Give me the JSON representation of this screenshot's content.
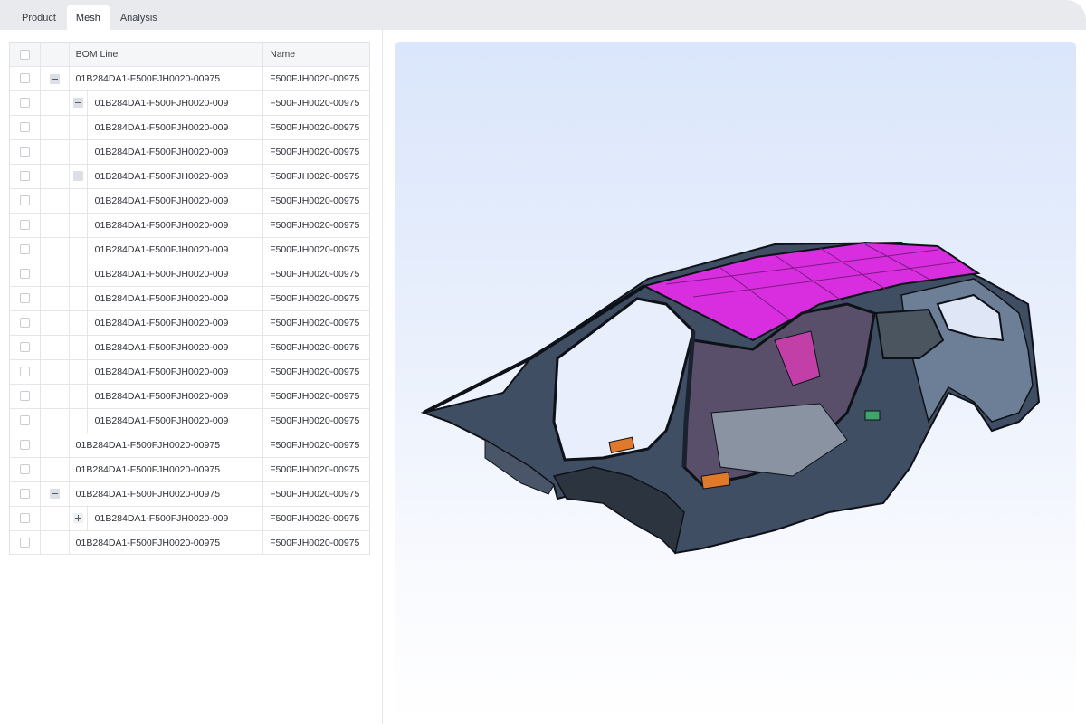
{
  "tabs": [
    {
      "label": "Product",
      "active": false
    },
    {
      "label": "Mesh",
      "active": true
    },
    {
      "label": "Analysis",
      "active": false
    }
  ],
  "tree": {
    "columns": {
      "bom": "BOM Line",
      "name": "Name"
    },
    "rows": [
      {
        "bom": "01B284DA1-F500FJH0020-00975",
        "name": "F500FJH0020-00975",
        "level": 1,
        "toggle": "minus"
      },
      {
        "bom": "01B284DA1-F500FJH0020-009",
        "name": "F500FJH0020-00975",
        "level": 2,
        "toggle": "minus"
      },
      {
        "bom": "01B284DA1-F500FJH0020-009",
        "name": "F500FJH0020-00975",
        "level": 3,
        "toggle": "none"
      },
      {
        "bom": "01B284DA1-F500FJH0020-009",
        "name": "F500FJH0020-00975",
        "level": 3,
        "toggle": "none"
      },
      {
        "bom": "01B284DA1-F500FJH0020-009",
        "name": "F500FJH0020-00975",
        "level": 2,
        "toggle": "minus"
      },
      {
        "bom": "01B284DA1-F500FJH0020-009",
        "name": "F500FJH0020-00975",
        "level": 3,
        "toggle": "none"
      },
      {
        "bom": "01B284DA1-F500FJH0020-009",
        "name": "F500FJH0020-00975",
        "level": 3,
        "toggle": "none"
      },
      {
        "bom": "01B284DA1-F500FJH0020-009",
        "name": "F500FJH0020-00975",
        "level": 3,
        "toggle": "none"
      },
      {
        "bom": "01B284DA1-F500FJH0020-009",
        "name": "F500FJH0020-00975",
        "level": 3,
        "toggle": "none"
      },
      {
        "bom": "01B284DA1-F500FJH0020-009",
        "name": "F500FJH0020-00975",
        "level": 3,
        "toggle": "none"
      },
      {
        "bom": "01B284DA1-F500FJH0020-009",
        "name": "F500FJH0020-00975",
        "level": 3,
        "toggle": "none"
      },
      {
        "bom": "01B284DA1-F500FJH0020-009",
        "name": "F500FJH0020-00975",
        "level": 3,
        "toggle": "none"
      },
      {
        "bom": "01B284DA1-F500FJH0020-009",
        "name": "F500FJH0020-00975",
        "level": 3,
        "toggle": "none"
      },
      {
        "bom": "01B284DA1-F500FJH0020-009",
        "name": "F500FJH0020-00975",
        "level": 3,
        "toggle": "none"
      },
      {
        "bom": "01B284DA1-F500FJH0020-009",
        "name": "F500FJH0020-00975",
        "level": 3,
        "toggle": "none"
      },
      {
        "bom": "01B284DA1-F500FJH0020-00975",
        "name": "F500FJH0020-00975",
        "level": 1,
        "toggle": "none"
      },
      {
        "bom": "01B284DA1-F500FJH0020-00975",
        "name": "F500FJH0020-00975",
        "level": 1,
        "toggle": "none"
      },
      {
        "bom": "01B284DA1-F500FJH0020-00975",
        "name": "F500FJH0020-00975",
        "level": 1,
        "toggle": "minus"
      },
      {
        "bom": "01B284DA1-F500FJH0020-009",
        "name": "F500FJH0020-00975",
        "level": 2,
        "toggle": "plus"
      },
      {
        "bom": "01B284DA1-F500FJH0020-00975",
        "name": "F500FJH0020-00975",
        "level": 1,
        "toggle": "none"
      }
    ]
  },
  "viewer": {
    "model_icon": "car-body-in-white-model",
    "colors": {
      "roof": "#d92ee0",
      "frame": "#4a5b70",
      "accent_orange": "#e07a2a",
      "accent_green": "#3fa56b"
    }
  }
}
